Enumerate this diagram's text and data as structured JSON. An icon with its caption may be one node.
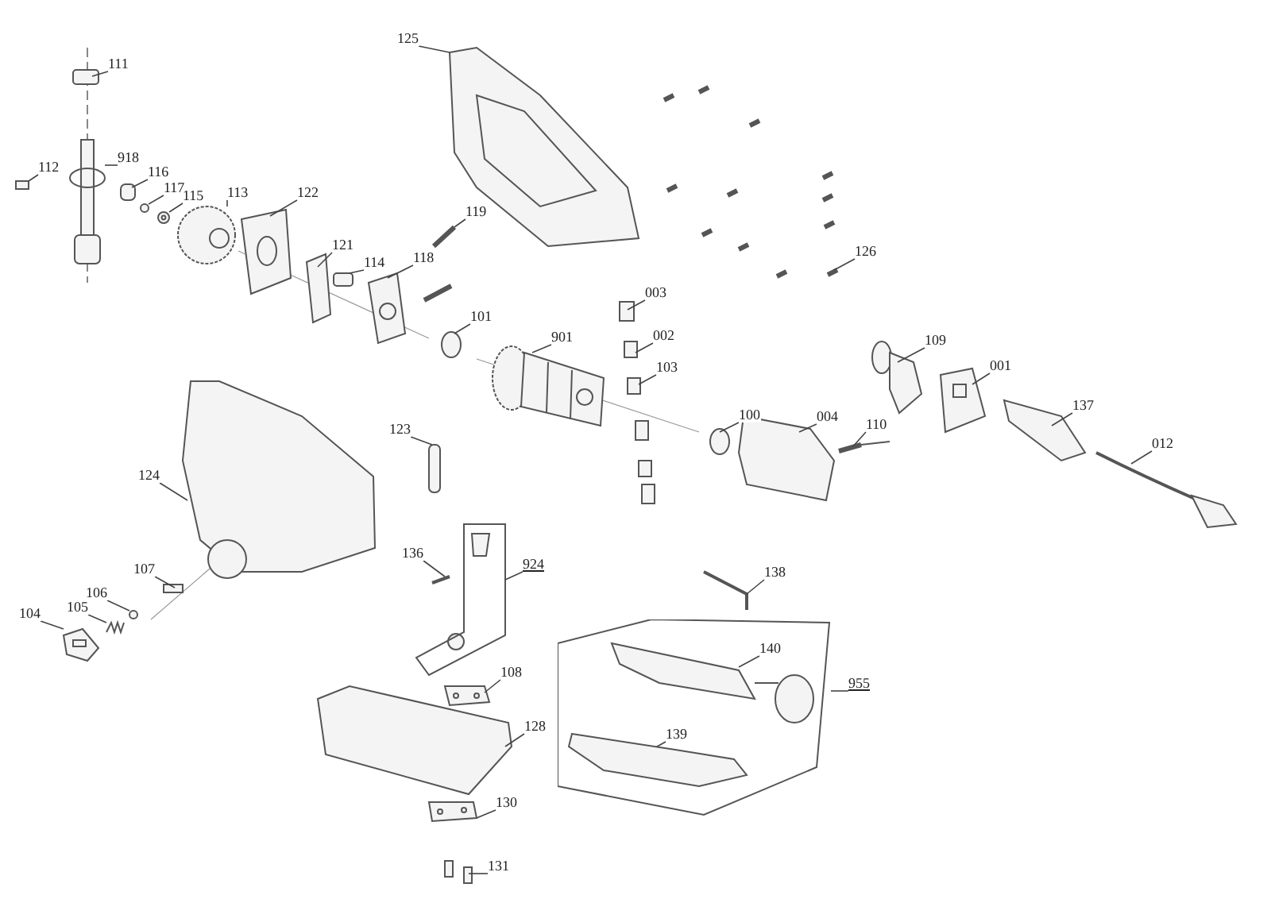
{
  "diagram": {
    "nodes": [
      {
        "text": [
          "111"
        ]
      },
      {
        "text": [
          "125"
        ]
      },
      {
        "text": [
          "112"
        ]
      },
      {
        "text": [
          "918"
        ]
      },
      {
        "text": [
          "116"
        ]
      },
      {
        "text": [
          "117"
        ]
      },
      {
        "text": [
          "115"
        ]
      },
      {
        "text": [
          "113"
        ]
      },
      {
        "text": [
          "122"
        ]
      },
      {
        "text": [
          "119"
        ]
      },
      {
        "text": [
          "126"
        ]
      },
      {
        "text": [
          "121"
        ]
      },
      {
        "text": [
          "114"
        ]
      },
      {
        "text": [
          "118"
        ]
      },
      {
        "text": [
          "003"
        ]
      },
      {
        "text": [
          "101"
        ]
      },
      {
        "text": [
          "901"
        ]
      },
      {
        "text": [
          "002"
        ]
      },
      {
        "text": [
          "109"
        ]
      },
      {
        "text": [
          "001"
        ]
      },
      {
        "text": [
          "103"
        ]
      },
      {
        "text": [
          "137"
        ]
      },
      {
        "text": [
          "100"
        ]
      },
      {
        "text": [
          "004"
        ]
      },
      {
        "text": [
          "110"
        ]
      },
      {
        "text": [
          "012"
        ]
      },
      {
        "text": [
          "123"
        ]
      },
      {
        "text": [
          "124"
        ]
      },
      {
        "text": [
          "136"
        ]
      },
      {
        "text": [
          "924"
        ]
      },
      {
        "text": [
          "107"
        ]
      },
      {
        "text": [
          "106"
        ]
      },
      {
        "text": [
          "105"
        ]
      },
      {
        "text": [
          "104"
        ]
      },
      {
        "text": [
          "138"
        ]
      },
      {
        "text": [],
        "shape": "box"
      },
      {
        "text": [
          "140"
        ],
        "in": 35
      },
      {
        "text": [
          "955"
        ]
      },
      {
        "text": [
          "108"
        ]
      },
      {
        "text": [
          "128"
        ]
      },
      {
        "text": [
          "139"
        ],
        "in": 35
      },
      {
        "text": [
          "130"
        ]
      },
      {
        "text": [
          "131"
        ]
      },
      {
        "text": [],
        "shape": "picture"
      },
      {
        "text": [],
        "shape": "circle"
      },
      {
        "text": [],
        "shape": "picture"
      },
      {
        "text": [],
        "shape": "picture"
      },
      {
        "text": [],
        "shape": "picture"
      },
      {
        "text": [],
        "shape": "picture"
      },
      {
        "text": [],
        "shape": "picture"
      },
      {
        "text": [],
        "shape": "circle"
      },
      {
        "text": [],
        "shape": "circle"
      },
      {
        "text": [],
        "shape": "box"
      },
      {
        "text": [],
        "shape": "picture"
      },
      {
        "text": [],
        "shape": "box"
      },
      {
        "text": [],
        "shape": "box"
      },
      {
        "text": [],
        "shape": "bar"
      },
      {
        "text": [],
        "shape": "bar"
      },
      {
        "text": [],
        "shape": "picture"
      },
      {
        "text": [],
        "shape": "box"
      },
      {
        "text": [],
        "shape": "box"
      },
      {
        "text": [],
        "shape": "circle"
      },
      {
        "text": [],
        "shape": "picture"
      },
      {
        "text": [],
        "shape": "box"
      },
      {
        "text": [],
        "shape": "picture"
      },
      {
        "text": [],
        "shape": "picture"
      },
      {
        "text": [],
        "shape": "box"
      },
      {
        "text": [],
        "shape": "picture"
      },
      {
        "text": [],
        "shape": "circle"
      },
      {
        "text": [],
        "shape": "picture"
      },
      {
        "text": [],
        "shape": "picture"
      },
      {
        "text": [],
        "shape": "picture"
      },
      {
        "text": [],
        "shape": "box"
      },
      {
        "text": [],
        "shape": "picture"
      },
      {
        "text": [],
        "shape": "bar"
      },
      {
        "text": [],
        "shape": "picture"
      },
      {
        "text": [],
        "shape": "box"
      },
      {
        "text": [],
        "shape": "picture"
      },
      {
        "text": [],
        "shape": "picture",
        "in": 35
      },
      {
        "text": [],
        "shape": "picture"
      },
      {
        "text": [],
        "shape": "picture"
      },
      {
        "text": [],
        "shape": "picture",
        "in": 35
      },
      {
        "text": [],
        "shape": "picture"
      },
      {
        "text": [],
        "shape": "box"
      }
    ],
    "edges": [
      {
        "from": 0,
        "to": 52,
        "arrow": "none"
      },
      {
        "from": 1,
        "to": 53,
        "arrow": "none"
      },
      {
        "from": 2,
        "to": 54,
        "arrow": "none"
      },
      {
        "from": 3,
        "to": 43,
        "arrow": "none"
      },
      {
        "from": 4,
        "to": 55,
        "arrow": "none"
      },
      {
        "from": 5,
        "to": 50,
        "arrow": "none"
      },
      {
        "from": 6,
        "to": 44,
        "arrow": "none"
      },
      {
        "from": 7,
        "to": 45,
        "arrow": "none"
      },
      {
        "from": 8,
        "to": 46,
        "arrow": "none"
      },
      {
        "from": 9,
        "to": 56,
        "arrow": "none"
      },
      {
        "from": 10,
        "to": 57,
        "arrow": "none"
      },
      {
        "from": 11,
        "to": 58,
        "arrow": "none"
      },
      {
        "from": 12,
        "to": 59,
        "arrow": "none"
      },
      {
        "from": 13,
        "to": 47,
        "arrow": "none"
      },
      {
        "from": 14,
        "to": 60,
        "arrow": "none"
      },
      {
        "from": 15,
        "to": 61,
        "arrow": "none"
      },
      {
        "from": 16,
        "to": 62,
        "arrow": "none"
      },
      {
        "from": 17,
        "to": 63,
        "arrow": "none"
      },
      {
        "from": 18,
        "to": 64,
        "arrow": "none"
      },
      {
        "from": 19,
        "to": 65,
        "arrow": "none"
      },
      {
        "from": 20,
        "to": 66,
        "arrow": "none"
      },
      {
        "from": 21,
        "to": 67,
        "arrow": "none"
      },
      {
        "from": 22,
        "to": 68,
        "arrow": "none"
      },
      {
        "from": 23,
        "to": 69,
        "arrow": "none"
      },
      {
        "from": 24,
        "to": 70,
        "arrow": "none"
      },
      {
        "from": 25,
        "to": 71,
        "arrow": "none"
      },
      {
        "from": 26,
        "to": 72,
        "arrow": "none"
      },
      {
        "from": 27,
        "to": 73,
        "arrow": "none"
      },
      {
        "from": 28,
        "to": 74,
        "arrow": "none"
      },
      {
        "from": 29,
        "to": 75,
        "arrow": "none"
      },
      {
        "from": 30,
        "to": 76,
        "arrow": "none"
      },
      {
        "from": 31,
        "to": 51,
        "arrow": "none"
      },
      {
        "from": 32,
        "to": 48,
        "arrow": "none"
      },
      {
        "from": 33,
        "to": 49,
        "arrow": "none"
      },
      {
        "from": 34,
        "to": 77,
        "arrow": "none"
      },
      {
        "from": 36,
        "to": 78,
        "arrow": "none"
      },
      {
        "from": 37,
        "to": 35,
        "arrow": "none"
      },
      {
        "from": 38,
        "to": 79,
        "arrow": "none"
      },
      {
        "from": 39,
        "to": 80,
        "arrow": "none"
      },
      {
        "from": 40,
        "to": 81,
        "arrow": "none"
      },
      {
        "from": 41,
        "to": 82,
        "arrow": "none"
      },
      {
        "from": 42,
        "to": 83,
        "arrow": "none"
      }
    ]
  }
}
